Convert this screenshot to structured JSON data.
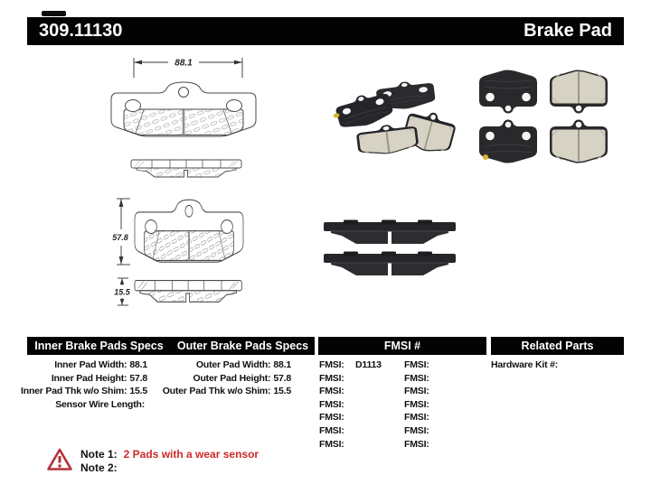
{
  "header": {
    "part_number": "309.11130",
    "title": "Brake Pad"
  },
  "drawings": {
    "width_dim": "88.1",
    "height_dim": "57.8",
    "thickness_dim": "15.5"
  },
  "specs": {
    "inner": {
      "title": "Inner Brake Pads Specs",
      "rows": [
        {
          "label": "Inner Pad Width:",
          "value": "88.1"
        },
        {
          "label": "Inner Pad Height:",
          "value": "57.8"
        },
        {
          "label": "Inner Pad Thk w/o Shim:",
          "value": "15.5"
        },
        {
          "label": "Sensor Wire Length:",
          "value": ""
        }
      ]
    },
    "outer": {
      "title": "Outer Brake Pads Specs",
      "rows": [
        {
          "label": "Outer Pad Width:",
          "value": "88.1"
        },
        {
          "label": "Outer Pad Height:",
          "value": "57.8"
        },
        {
          "label": "Outer Pad Thk w/o Shim:",
          "value": "15.5"
        }
      ]
    },
    "fmsi": {
      "title": "FMSI #",
      "left": [
        {
          "label": "FMSI:",
          "value": "D1113"
        },
        {
          "label": "FMSI:",
          "value": ""
        },
        {
          "label": "FMSI:",
          "value": ""
        },
        {
          "label": "FMSI:",
          "value": ""
        },
        {
          "label": "FMSI:",
          "value": ""
        },
        {
          "label": "FMSI:",
          "value": ""
        },
        {
          "label": "FMSI:",
          "value": ""
        }
      ],
      "right": [
        {
          "label": "FMSI:",
          "value": ""
        },
        {
          "label": "FMSI:",
          "value": ""
        },
        {
          "label": "FMSI:",
          "value": ""
        },
        {
          "label": "FMSI:",
          "value": ""
        },
        {
          "label": "FMSI:",
          "value": ""
        },
        {
          "label": "FMSI:",
          "value": ""
        },
        {
          "label": "FMSI:",
          "value": ""
        }
      ]
    },
    "related": {
      "title": "Related Parts",
      "rows": [
        {
          "label": "Hardware Kit #:",
          "value": ""
        }
      ]
    }
  },
  "notes": {
    "note1_label": "Note 1:",
    "note1_text": "2 Pads with a wear sensor",
    "note2_label": "Note 2:",
    "note2_text": ""
  },
  "colors": {
    "header_bg": "#030303",
    "note_red": "#cc2a2a",
    "warning_red": "#b5323a",
    "ceramic": "#d6d2c4",
    "pad_dark": "#29292c"
  }
}
